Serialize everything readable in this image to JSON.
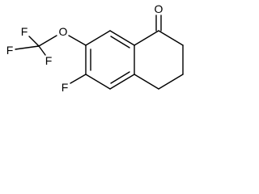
{
  "molecule": {
    "atoms": {
      "carbonyl_oxygen": "O",
      "ether_oxygen": "O",
      "ring_fluorine": "F",
      "cf3_fluorine_top": "F",
      "cf3_fluorine_left": "F",
      "cf3_fluorine_bottom": "F"
    }
  }
}
